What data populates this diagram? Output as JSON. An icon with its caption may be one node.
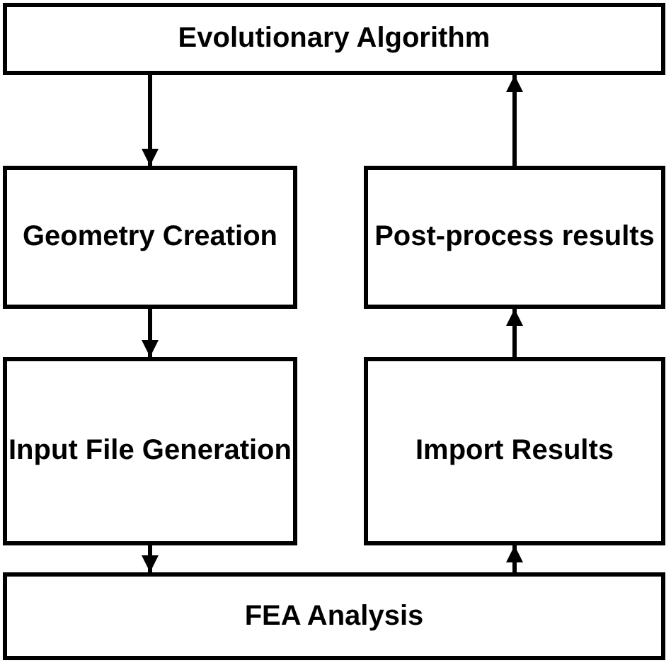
{
  "diagram": {
    "nodes": [
      {
        "text": [
          "Evolutionary Algorithm"
        ]
      },
      {
        "text": [
          "Geometry Creation"
        ]
      },
      {
        "text": [
          "Post-process results"
        ]
      },
      {
        "text": [
          "Input File Generation"
        ]
      },
      {
        "text": [
          "Import Results"
        ]
      },
      {
        "text": [
          "FEA Analysis"
        ]
      }
    ],
    "edges": [
      {
        "from": 0,
        "to": 1,
        "arrow": "to"
      },
      {
        "from": 1,
        "to": 3,
        "arrow": "to"
      },
      {
        "from": 3,
        "to": 5,
        "arrow": "to"
      },
      {
        "from": 5,
        "to": 4,
        "arrow": "to"
      },
      {
        "from": 4,
        "to": 2,
        "arrow": "to"
      },
      {
        "from": 2,
        "to": 0,
        "arrow": "to"
      }
    ]
  }
}
